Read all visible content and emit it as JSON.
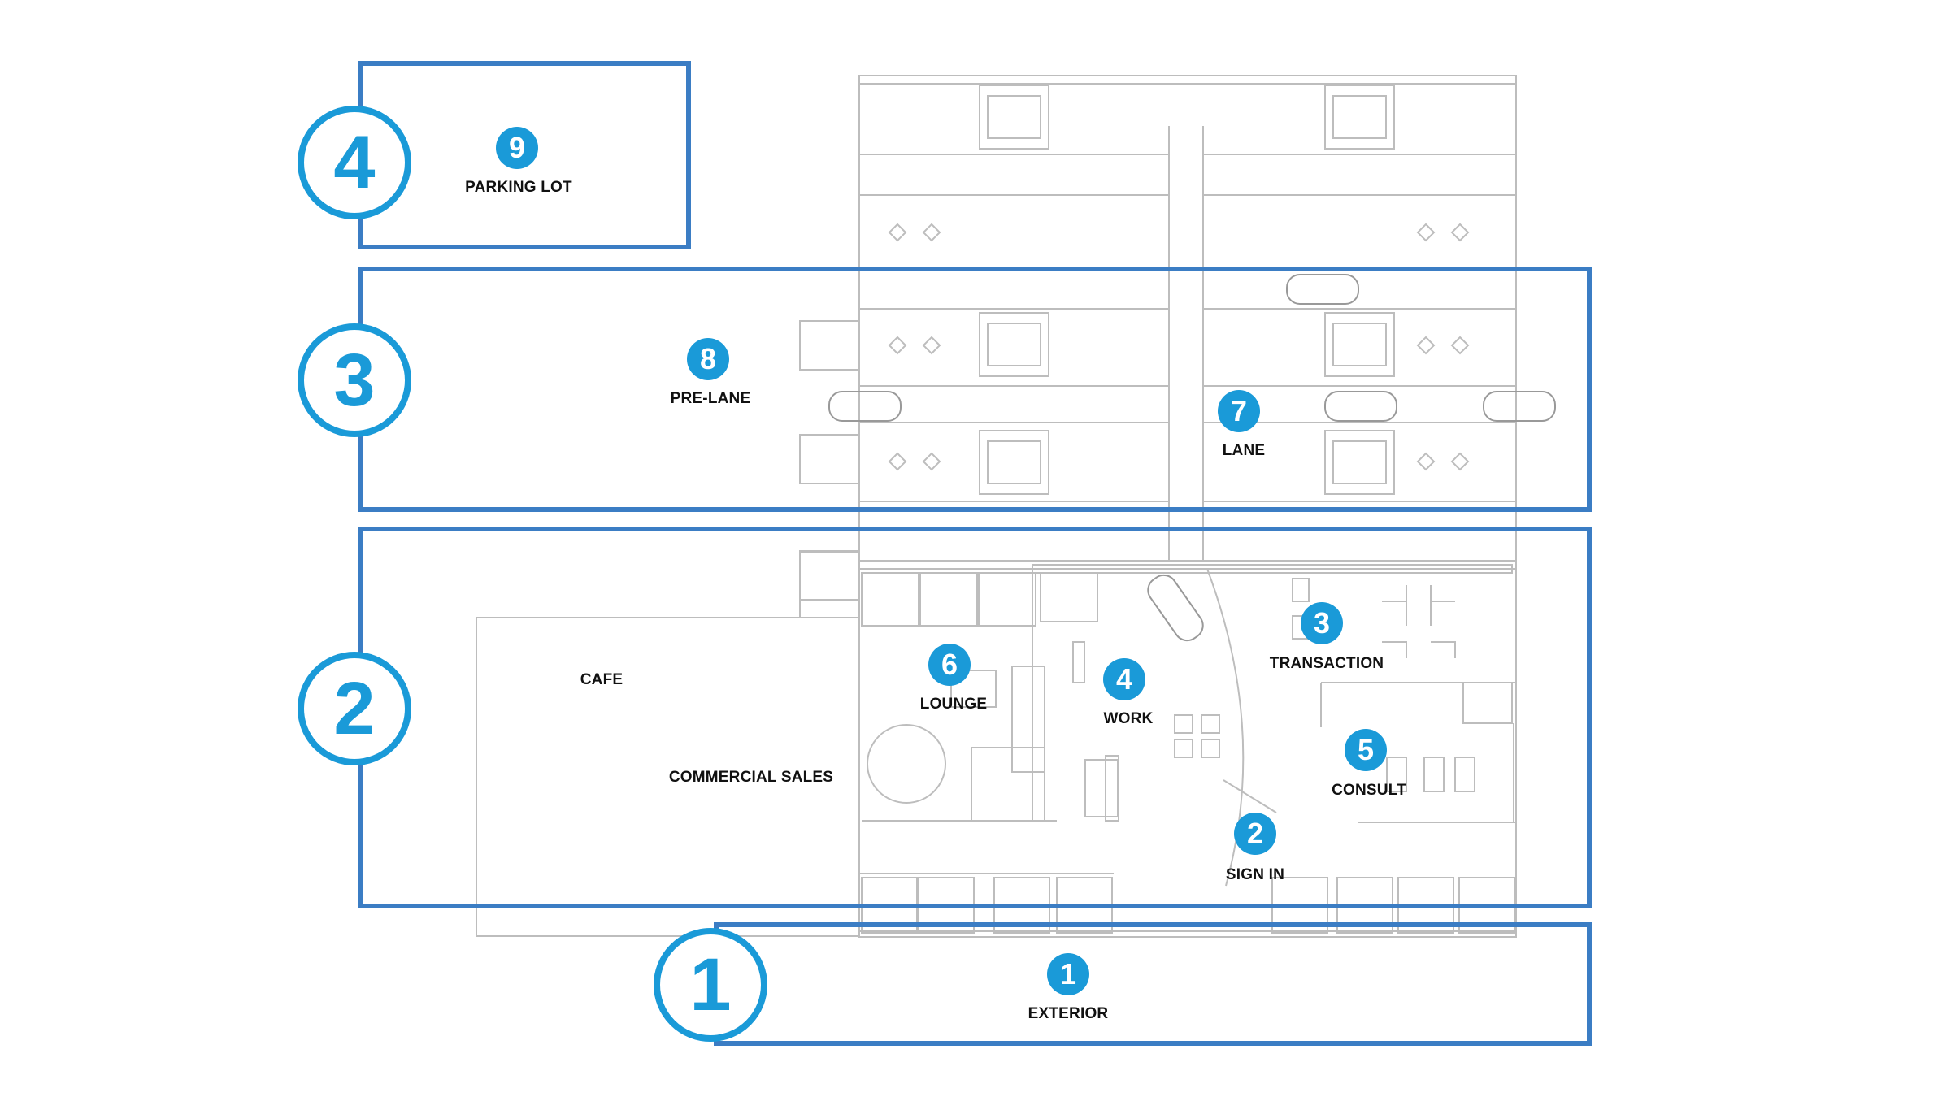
{
  "colors": {
    "zone_border": "#3b7dc4",
    "zone_circle": "#1a9ad8",
    "badge": "#1a9ad8",
    "plan_lines": "#b8b8b8"
  },
  "zones": [
    {
      "number": "4"
    },
    {
      "number": "3"
    },
    {
      "number": "2"
    },
    {
      "number": "1"
    }
  ],
  "stations": [
    {
      "number": "1",
      "label": "EXTERIOR"
    },
    {
      "number": "2",
      "label": "SIGN IN"
    },
    {
      "number": "3",
      "label": "TRANSACTION"
    },
    {
      "number": "4",
      "label": "WORK"
    },
    {
      "number": "5",
      "label": "CONSULT"
    },
    {
      "number": "6",
      "label": "LOUNGE"
    },
    {
      "number": "7",
      "label": "LANE"
    },
    {
      "number": "8",
      "label": "PRE-LANE"
    },
    {
      "number": "9",
      "label": "PARKING LOT"
    }
  ],
  "rooms": {
    "cafe": "CAFE",
    "commercial_sales": "COMMERCIAL SALES"
  }
}
